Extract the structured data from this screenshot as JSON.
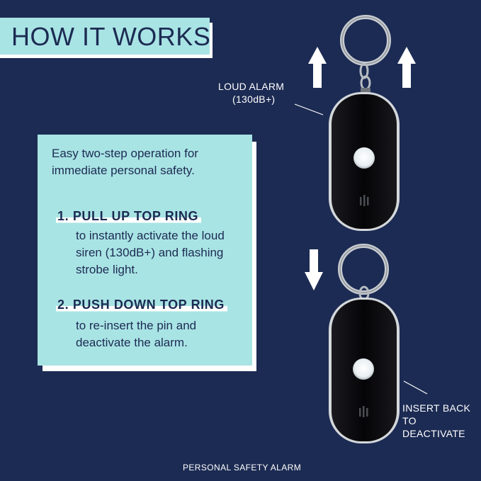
{
  "header": {
    "title": "HOW IT WORKS"
  },
  "card": {
    "intro": "Easy two-step operation for immediate personal safety.",
    "steps": [
      {
        "heading": "1.  PULL UP TOP RING",
        "body": "to instantly activate the loud siren (130dB+) and flashing strobe light."
      },
      {
        "heading": "2.  PUSH DOWN TOP RING",
        "body": "to re-insert the pin and deactivate the alarm."
      }
    ]
  },
  "labels": {
    "loud_alarm_line1": "LOUD ALARM",
    "loud_alarm_line2": "(130dB+)",
    "insert_line1": "INSERT BACK",
    "insert_line2": "TO DEACTIVATE"
  },
  "footer": {
    "text": "PERSONAL SAFETY ALARM"
  },
  "colors": {
    "background": "#1c2b53",
    "accent": "#a9e4e4",
    "device": "#0c0c0e"
  },
  "icons": [
    "arrow-up-icon",
    "arrow-down-icon",
    "keyring-icon",
    "alarm-device-icon"
  ]
}
